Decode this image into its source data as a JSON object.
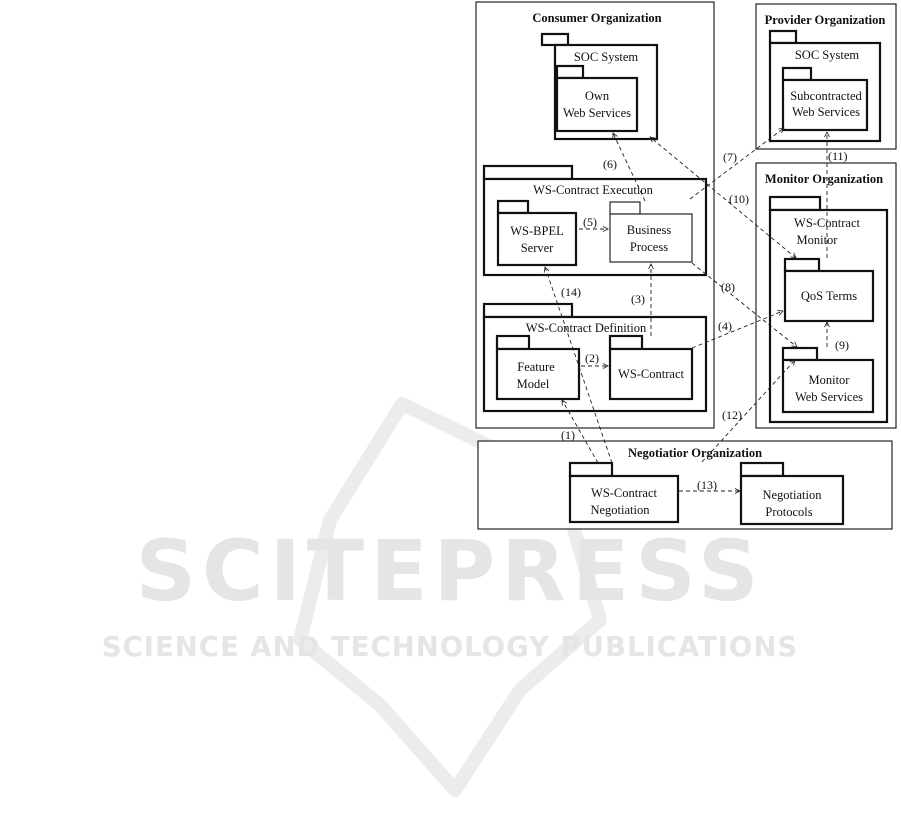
{
  "organizations": {
    "consumer": "Consumer Organization",
    "provider": "Provider Organization",
    "monitor": "Monitor Organization",
    "negotiation": "Negotiatior Organization"
  },
  "packages": {
    "soc_consumer": "SOC System",
    "own_ws": [
      "Own",
      "Web Services"
    ],
    "soc_provider": "SOC System",
    "sub_ws": [
      "Subcontracted",
      "Web Services"
    ],
    "execution": "WS-Contract Execution",
    "bpel": [
      "WS-BPEL",
      "Server"
    ],
    "business": [
      "Business",
      "Process"
    ],
    "definition": "WS-Contract Definition",
    "feature": [
      "Feature",
      "Model"
    ],
    "contract": "WS-Contract",
    "monitor_pkg": [
      "WS-Contract",
      "Monitor"
    ],
    "qos": "QoS Terms",
    "monitor_ws": [
      "Monitor",
      "Web Services"
    ],
    "negotiation_pkg": [
      "WS-Contract",
      "Negotiation"
    ],
    "protocols": [
      "Negotiation",
      "Protocols"
    ]
  },
  "edges": {
    "e1": "(1)",
    "e2": "(2)",
    "e3": "(3)",
    "e4": "(4)",
    "e5": "(5)",
    "e6": "(6)",
    "e7": "(7)",
    "e8": "(8)",
    "e9": "(9)",
    "e10": "(10)",
    "e11": "(11)",
    "e12": "(12)",
    "e13": "(13)",
    "e14": "(14)"
  },
  "watermark": {
    "logo": "SCITEPRESS",
    "tagline": "SCIENCE AND TECHNOLOGY PUBLICATIONS"
  }
}
